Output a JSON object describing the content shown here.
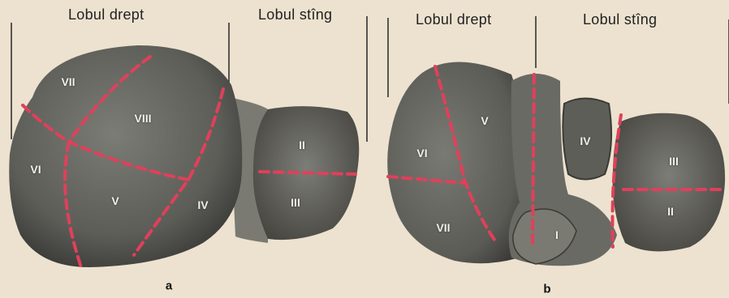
{
  "panel_a": {
    "label": "a",
    "header_right": "Lobul drept",
    "header_left": "Lobul stîng",
    "segments": {
      "I": "",
      "II": "II",
      "III": "III",
      "IV": "IV",
      "V": "V",
      "VI": "VI",
      "VII": "VII",
      "VIII": "VIII"
    }
  },
  "panel_b": {
    "label": "b",
    "header_right": "Lobul drept",
    "header_left": "Lobul stîng",
    "segments": {
      "I": "I",
      "II": "II",
      "III": "III",
      "IV": "IV",
      "V": "V",
      "VI": "VI",
      "VII": "VII"
    }
  },
  "colors": {
    "background": "#ece2cf",
    "liver": "#6b6b66",
    "liver_dark": "#3f3e3b",
    "segment_line": "#e0405a"
  }
}
